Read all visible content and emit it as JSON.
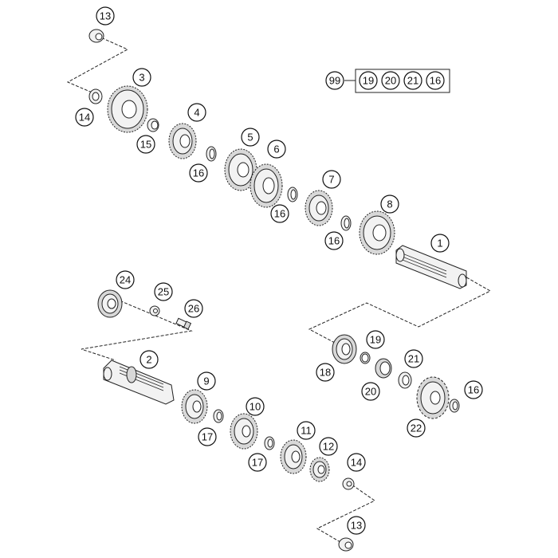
{
  "callouts": {
    "c1": "1",
    "c2": "2",
    "c3": "3",
    "c4": "4",
    "c5": "5",
    "c6": "6",
    "c7": "7",
    "c8": "8",
    "c9": "9",
    "c10": "10",
    "c11": "11",
    "c12": "12",
    "c13a": "13",
    "c13b": "13",
    "c14a": "14",
    "c14b": "14",
    "c15": "15",
    "c16a": "16",
    "c16b": "16",
    "c16c": "16",
    "c16d": "16",
    "c17a": "17",
    "c17b": "17",
    "c18": "18",
    "c19": "19",
    "c20": "20",
    "c21": "21",
    "c22": "22",
    "c24": "24",
    "c25": "25",
    "c26": "26"
  },
  "kit": {
    "id": "99",
    "items": [
      "19",
      "20",
      "21",
      "16"
    ]
  },
  "colors": {
    "line": "#222222",
    "part_fill": "#f2f2f2",
    "background": "#ffffff"
  }
}
